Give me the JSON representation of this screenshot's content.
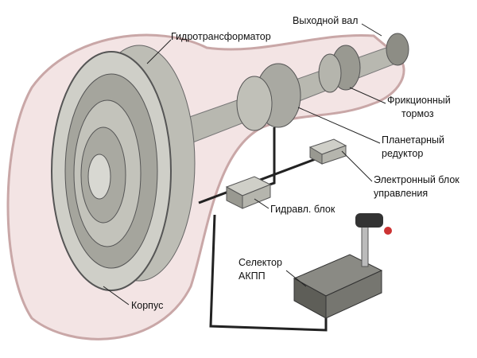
{
  "labels": {
    "torque_converter": "Гидротрансформатор",
    "output_shaft": "Выходной вал",
    "friction_brake_1": "Фрикционный",
    "friction_brake_2": "тормоз",
    "planetary_1": "Планетарный",
    "planetary_2": "редуктор",
    "ecu_1": "Электронный блок",
    "ecu_2": "управления",
    "hydraulic_block": "Гидравл. блок",
    "selector_1": "Селектор",
    "selector_2": "АКПП",
    "housing": "Корпус"
  },
  "colors": {
    "housing": "#f3e4e4",
    "housing_edge": "#c9a7a7",
    "metal": "#a9a9a2",
    "metal_dark": "#6d6d66"
  }
}
